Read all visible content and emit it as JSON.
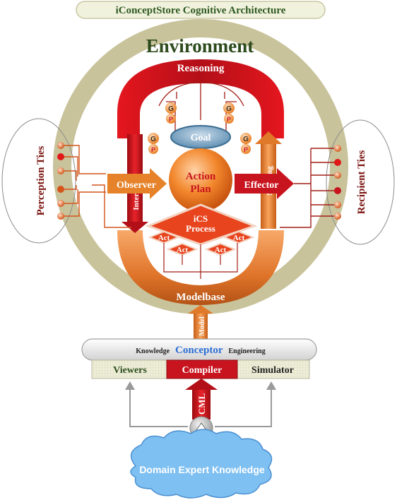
{
  "title": "iConceptStore Cognitive Architecture",
  "environment": "Environment",
  "reasoning": "Reasoning",
  "goal": "Goal",
  "action_plan": [
    "Action",
    "Plan"
  ],
  "g_label": "G",
  "p_label": "P",
  "observer": "Observer",
  "effector": "Effector",
  "interpret": "Interpret",
  "meaning": "Meaning",
  "ics_process": [
    "iCS",
    "Process"
  ],
  "act": "Act",
  "modelbase": "Modelbase",
  "model": "Model",
  "perception_ties": "Perception Ties",
  "recipient_ties": "Recipient Ties",
  "engineering_bar": {
    "prefix": "Knowledge",
    "highlight": "Conceptor",
    "suffix": "Engineering"
  },
  "viewers": "Viewers",
  "compiler": "Compiler",
  "simulator": "Simulator",
  "cml": "CML",
  "domain": "Domain Expert Knowledge",
  "colors": {
    "ring": "#c9c39b",
    "red": "#c8141e",
    "orange": "#e97b1f",
    "blue": "#2d6fd6",
    "cloud": "#7fc0f2",
    "title_pill": "#f1f2dd"
  }
}
